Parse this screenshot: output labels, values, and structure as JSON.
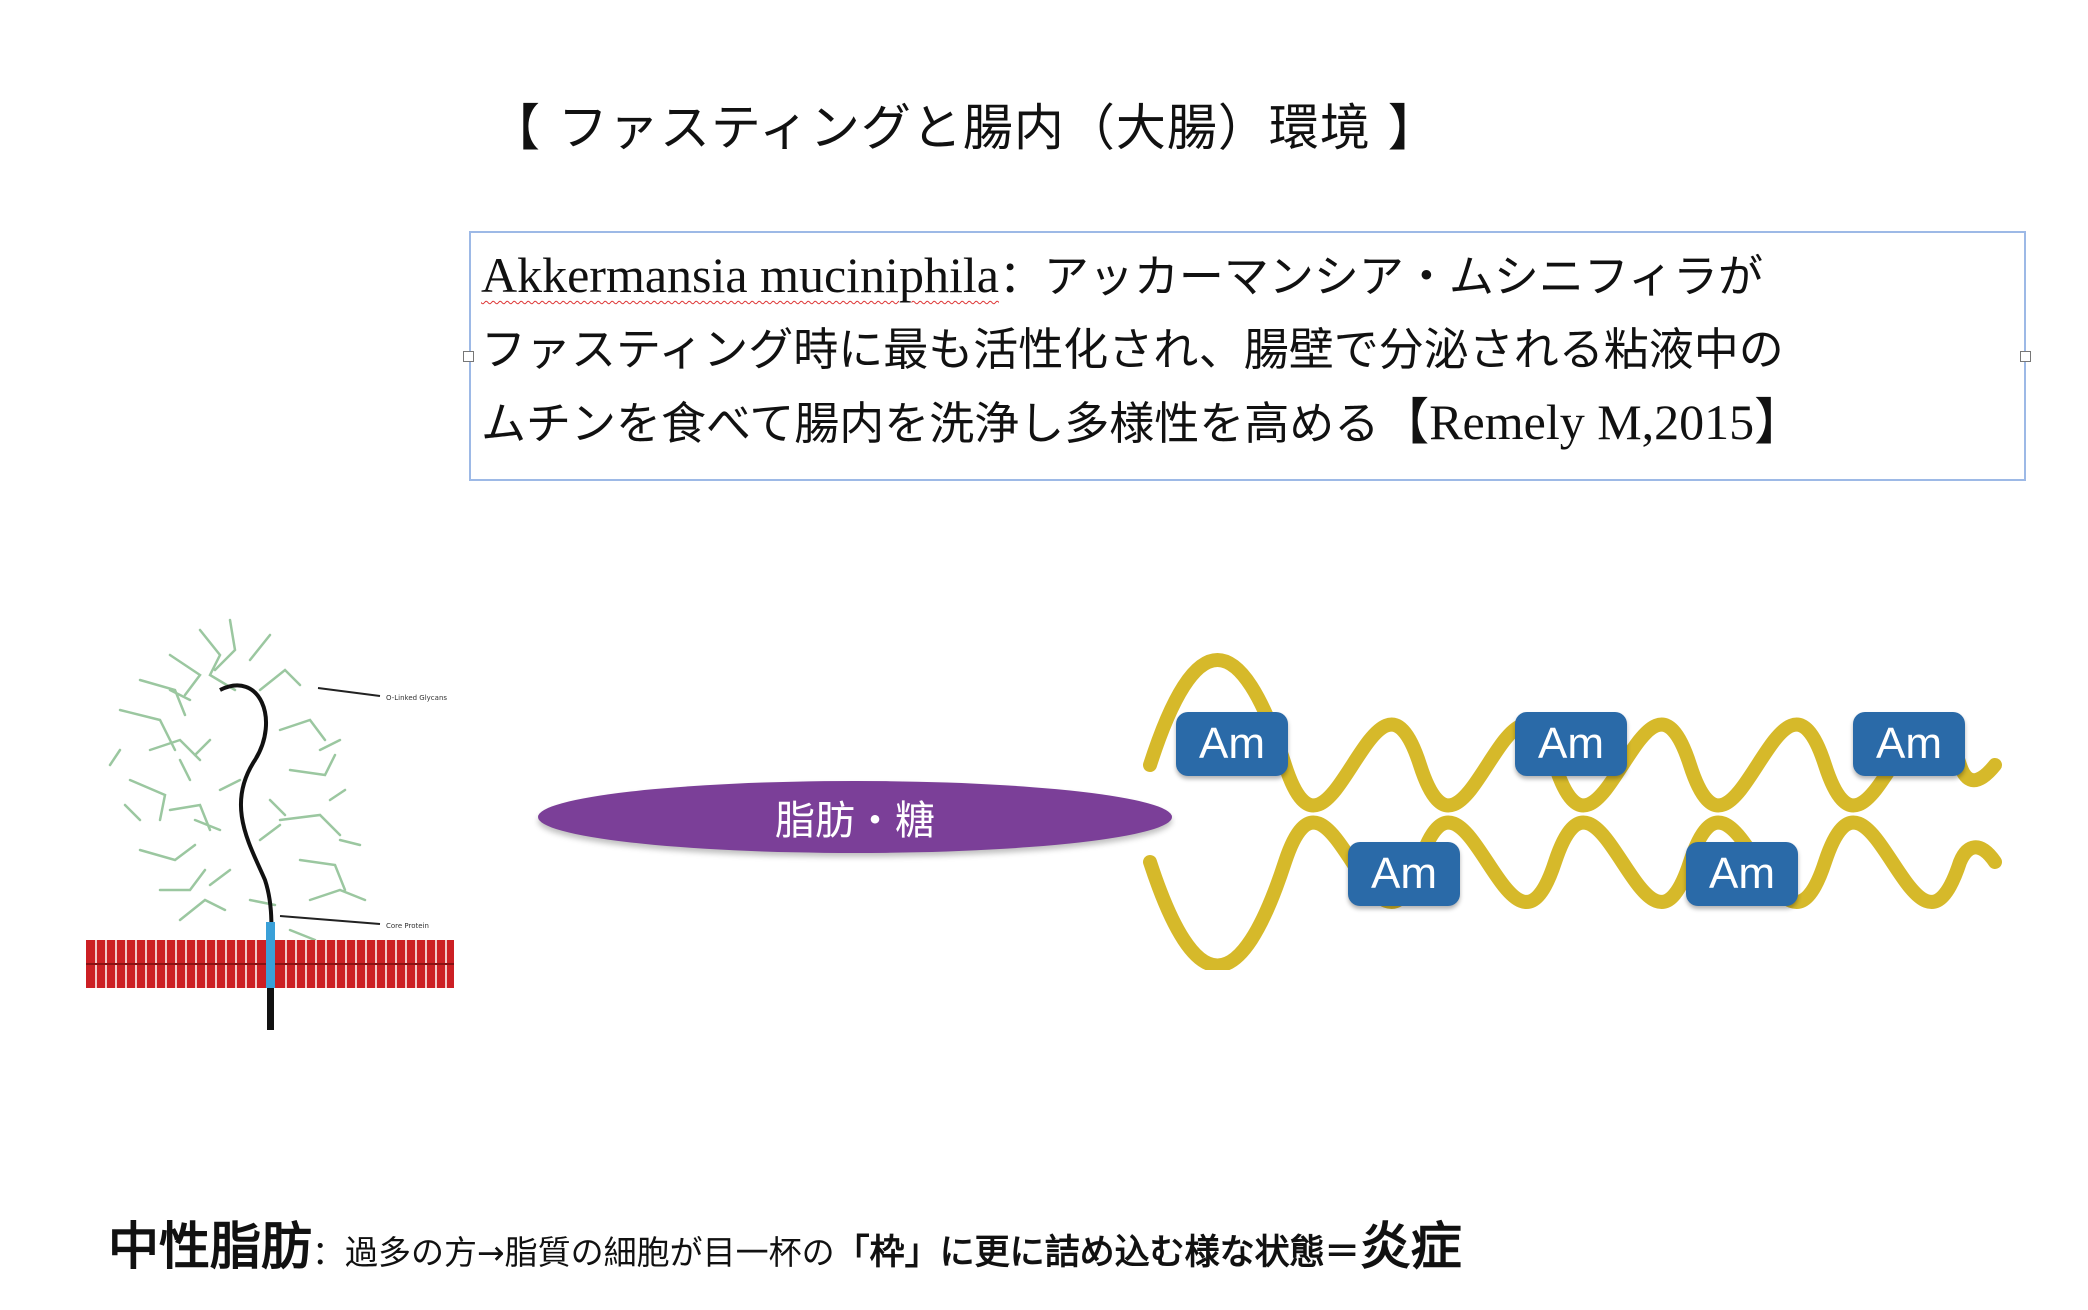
{
  "title": "【 ファスティングと腸内（大腸）環境 】",
  "textbox": {
    "latin": "Akkermansia muciniphila",
    "line1_rest": "：アッカーマンシア・ムシニフィラが",
    "line2": "ファスティング時に最も活性化され、腸壁で分泌される粘液中の",
    "line3_jp": "ムチンを食べて腸内を洗浄し多様性を高める",
    "line3_cite": "【Remely M,2015】"
  },
  "diagram": {
    "glycan_label": "O-Linked Glycans",
    "protein_label": "Core Protein",
    "ellipse_label": "脂肪・糖",
    "bacteria_label": "Am",
    "colors": {
      "wave": "#d6b92a",
      "bacteria": "#2a6aa8",
      "ellipse": "#7b3f98",
      "membrane": "#cc1f24",
      "core": "#3aa0d8"
    }
  },
  "footer": {
    "heading": "中性脂肪",
    "text1": "：過多の方→脂質の細胞が目一杯の",
    "emph": "「枠」に更に詰め込む様な状態＝",
    "result": "炎症"
  }
}
